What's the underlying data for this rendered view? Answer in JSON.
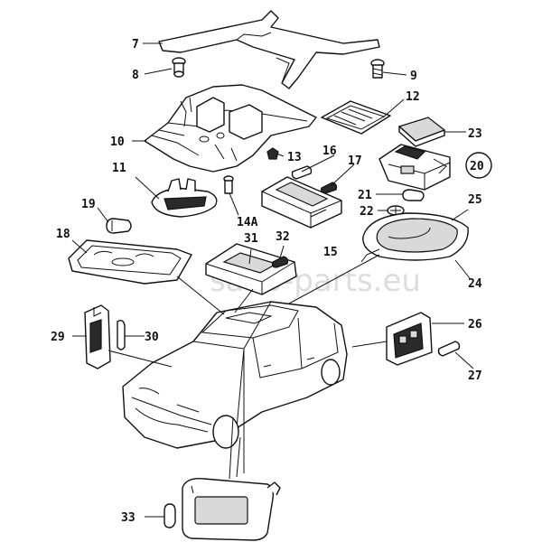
{
  "diagram": {
    "watermark": "saab-parts.eu",
    "callouts": [
      {
        "id": "c7",
        "text": "7"
      },
      {
        "id": "c8",
        "text": "8"
      },
      {
        "id": "c9",
        "text": "9"
      },
      {
        "id": "c10",
        "text": "10"
      },
      {
        "id": "c11",
        "text": "11"
      },
      {
        "id": "c12",
        "text": "12"
      },
      {
        "id": "c13",
        "text": "13"
      },
      {
        "id": "c14a",
        "text": "14A"
      },
      {
        "id": "c15",
        "text": "15"
      },
      {
        "id": "c16",
        "text": "16"
      },
      {
        "id": "c17",
        "text": "17"
      },
      {
        "id": "c18",
        "text": "18"
      },
      {
        "id": "c19",
        "text": "19"
      },
      {
        "id": "c20",
        "text": "20"
      },
      {
        "id": "c21",
        "text": "21"
      },
      {
        "id": "c22",
        "text": "22"
      },
      {
        "id": "c23",
        "text": "23"
      },
      {
        "id": "c24",
        "text": "24"
      },
      {
        "id": "c25",
        "text": "25"
      },
      {
        "id": "c26",
        "text": "26"
      },
      {
        "id": "c27",
        "text": "27"
      },
      {
        "id": "c29",
        "text": "29"
      },
      {
        "id": "c30",
        "text": "30"
      },
      {
        "id": "c31",
        "text": "31"
      },
      {
        "id": "c32",
        "text": "32"
      },
      {
        "id": "c33",
        "text": "33"
      }
    ]
  }
}
